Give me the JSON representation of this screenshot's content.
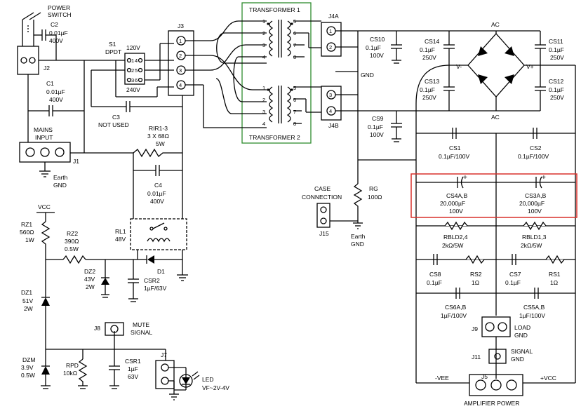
{
  "labels": {
    "power_switch_1": "POWER",
    "power_switch_2": "SWITCH",
    "c2_name": "C2",
    "c2_val1": "0.01µF",
    "c2_val2": "400V",
    "j2": "J2",
    "s1_name": "S1",
    "s1_type": "DPDT",
    "s1_120v": "120V",
    "s1_240v": "240V",
    "s1_p1": "1",
    "s1_p4": "4",
    "s1_p2": "2",
    "s1_p5": "5",
    "s1_p3": "3",
    "s1_p6": "6",
    "j3": "J3",
    "j3_p1": "1",
    "j3_p2": "2",
    "j3_p3": "3",
    "j3_p4": "4",
    "c1_name": "C1",
    "c1_val1": "0.01µF",
    "c1_val2": "400V",
    "c3_name": "C3",
    "c3_note": "NOT USED",
    "mains_1": "MAINS",
    "mains_2": "INPUT",
    "j1": "J1",
    "earth_1": "Earth",
    "earth_2": "GND",
    "rir_name": "RIR1-3",
    "rir_val1": "3 X 68Ω",
    "rir_val2": "5W",
    "c4_name": "C4",
    "c4_val1": "0.01µF",
    "c4_val2": "400V",
    "rl1_name": "RL1",
    "rl1_val": "48V",
    "vcc_top": "VCC",
    "rz1_name": "RZ1",
    "rz1_val1": "560Ω",
    "rz1_val2": "1W",
    "rz2_name": "RZ2",
    "rz2_val1": "390Ω",
    "rz2_val2": "0.5W",
    "dz2_name": "DZ2",
    "dz2_val1": "43V",
    "dz2_val2": "2W",
    "d1_name": "D1",
    "csr2_name": "CSR2",
    "csr2_val": "1µF/63V",
    "dz1_name": "DZ1",
    "dz1_val1": "51V",
    "dz1_val2": "2W",
    "j8": "J8",
    "mute_1": "MUTE",
    "mute_2": "SIGNAL",
    "dzm_name": "DZM",
    "dzm_val1": "3.9V",
    "dzm_val2": "0.5W",
    "rpd_name": "RPD",
    "rpd_val": "10kΩ",
    "csr1_name": "CSR1",
    "csr1_val1": "1µF",
    "csr1_val2": "63V",
    "j7": "J7",
    "led_name": "LED",
    "led_vf": "VF~2V-4V",
    "transformer1": "TRANSFORMER 1",
    "transformer2": "TRANSFORMER 2",
    "tr_p1": "1",
    "tr_p2": "2",
    "tr_p3": "3",
    "tr_p4": "4",
    "tr_p5": "5",
    "tr_p6": "6",
    "tr_p7": "7",
    "tr_p8": "8",
    "tr2_p1": "1",
    "tr2_p2": "2",
    "tr2_p3": "3",
    "tr2_p4": "4",
    "tr2_p5": "5",
    "tr2_p6": "6",
    "tr2_p7": "7",
    "tr2_p8": "8",
    "j4a": "J4A",
    "j4b": "J4B",
    "j4_p1": "1",
    "j4_p2": "2",
    "j4_p3": "3",
    "j4_p4": "4",
    "gnd": "GND",
    "cs10_name": "CS10",
    "cs10_val1": "0.1µF",
    "cs10_val2": "100V",
    "cs9_name": "CS9",
    "cs9_val1": "0.1µF",
    "cs9_val2": "100V",
    "case_1": "CASE",
    "case_2": "CONNECTION",
    "j15": "J15",
    "rg_name": "RG",
    "rg_val": "100Ω",
    "earth_gnd_1": "Earth",
    "earth_gnd_2": "GND",
    "cs14_name": "CS14",
    "cs14_val1": "0.1µF",
    "cs14_val2": "250V",
    "cs13_name": "CS13",
    "cs13_val1": "0.1µF",
    "cs13_val2": "250V",
    "cs11_name": "CS11",
    "cs11_val1": "0.1µF",
    "cs11_val2": "250V",
    "cs12_name": "CS12",
    "cs12_val1": "0.1µF",
    "cs12_val2": "250V",
    "ac_top": "AC",
    "ac_bottom": "AC",
    "v_minus": "V-",
    "v_plus": "V+",
    "cs1_name": "CS1",
    "cs1_val": "0.1µF/100V",
    "cs2_name": "CS2",
    "cs2_val": "0.1µF/100V",
    "cs4_name": "CS4A,B",
    "cs4_val1": "20,000µF",
    "cs4_val2": "100V",
    "cs3_name": "CS3A,B",
    "cs3_val1": "20,000µF",
    "cs3_val2": "100V",
    "plus": "+",
    "rbld24_name": "RBLD2,4",
    "rbld24_val": "2kΩ/5W",
    "rbld13_name": "RBLD1,3",
    "rbld13_val": "2kΩ/5W",
    "cs8_name": "CS8",
    "cs8_val": "0.1µF",
    "rs2_name": "RS2",
    "rs2_val": "1Ω",
    "cs7_name": "CS7",
    "cs7_val": "0.1µF",
    "rs1_name": "RS1",
    "rs1_val": "1Ω",
    "cs6_name": "CS6A,B",
    "cs6_val": "1µF/100V",
    "cs5_name": "CS5A,B",
    "cs5_val": "1µF/100V",
    "j9": "J9",
    "load_1": "LOAD",
    "load_2": "GND",
    "j11": "J11",
    "signal_1": "SIGNAL",
    "signal_2": "GND",
    "vee": "-VEE",
    "j5": "J5",
    "vcc_out": "+VCC",
    "amp_power": "AMPLIFIER POWER"
  },
  "colors": {
    "wire": "#000000",
    "transformer_box": "#2e8b2e",
    "highlight_box": "#d9302b"
  }
}
